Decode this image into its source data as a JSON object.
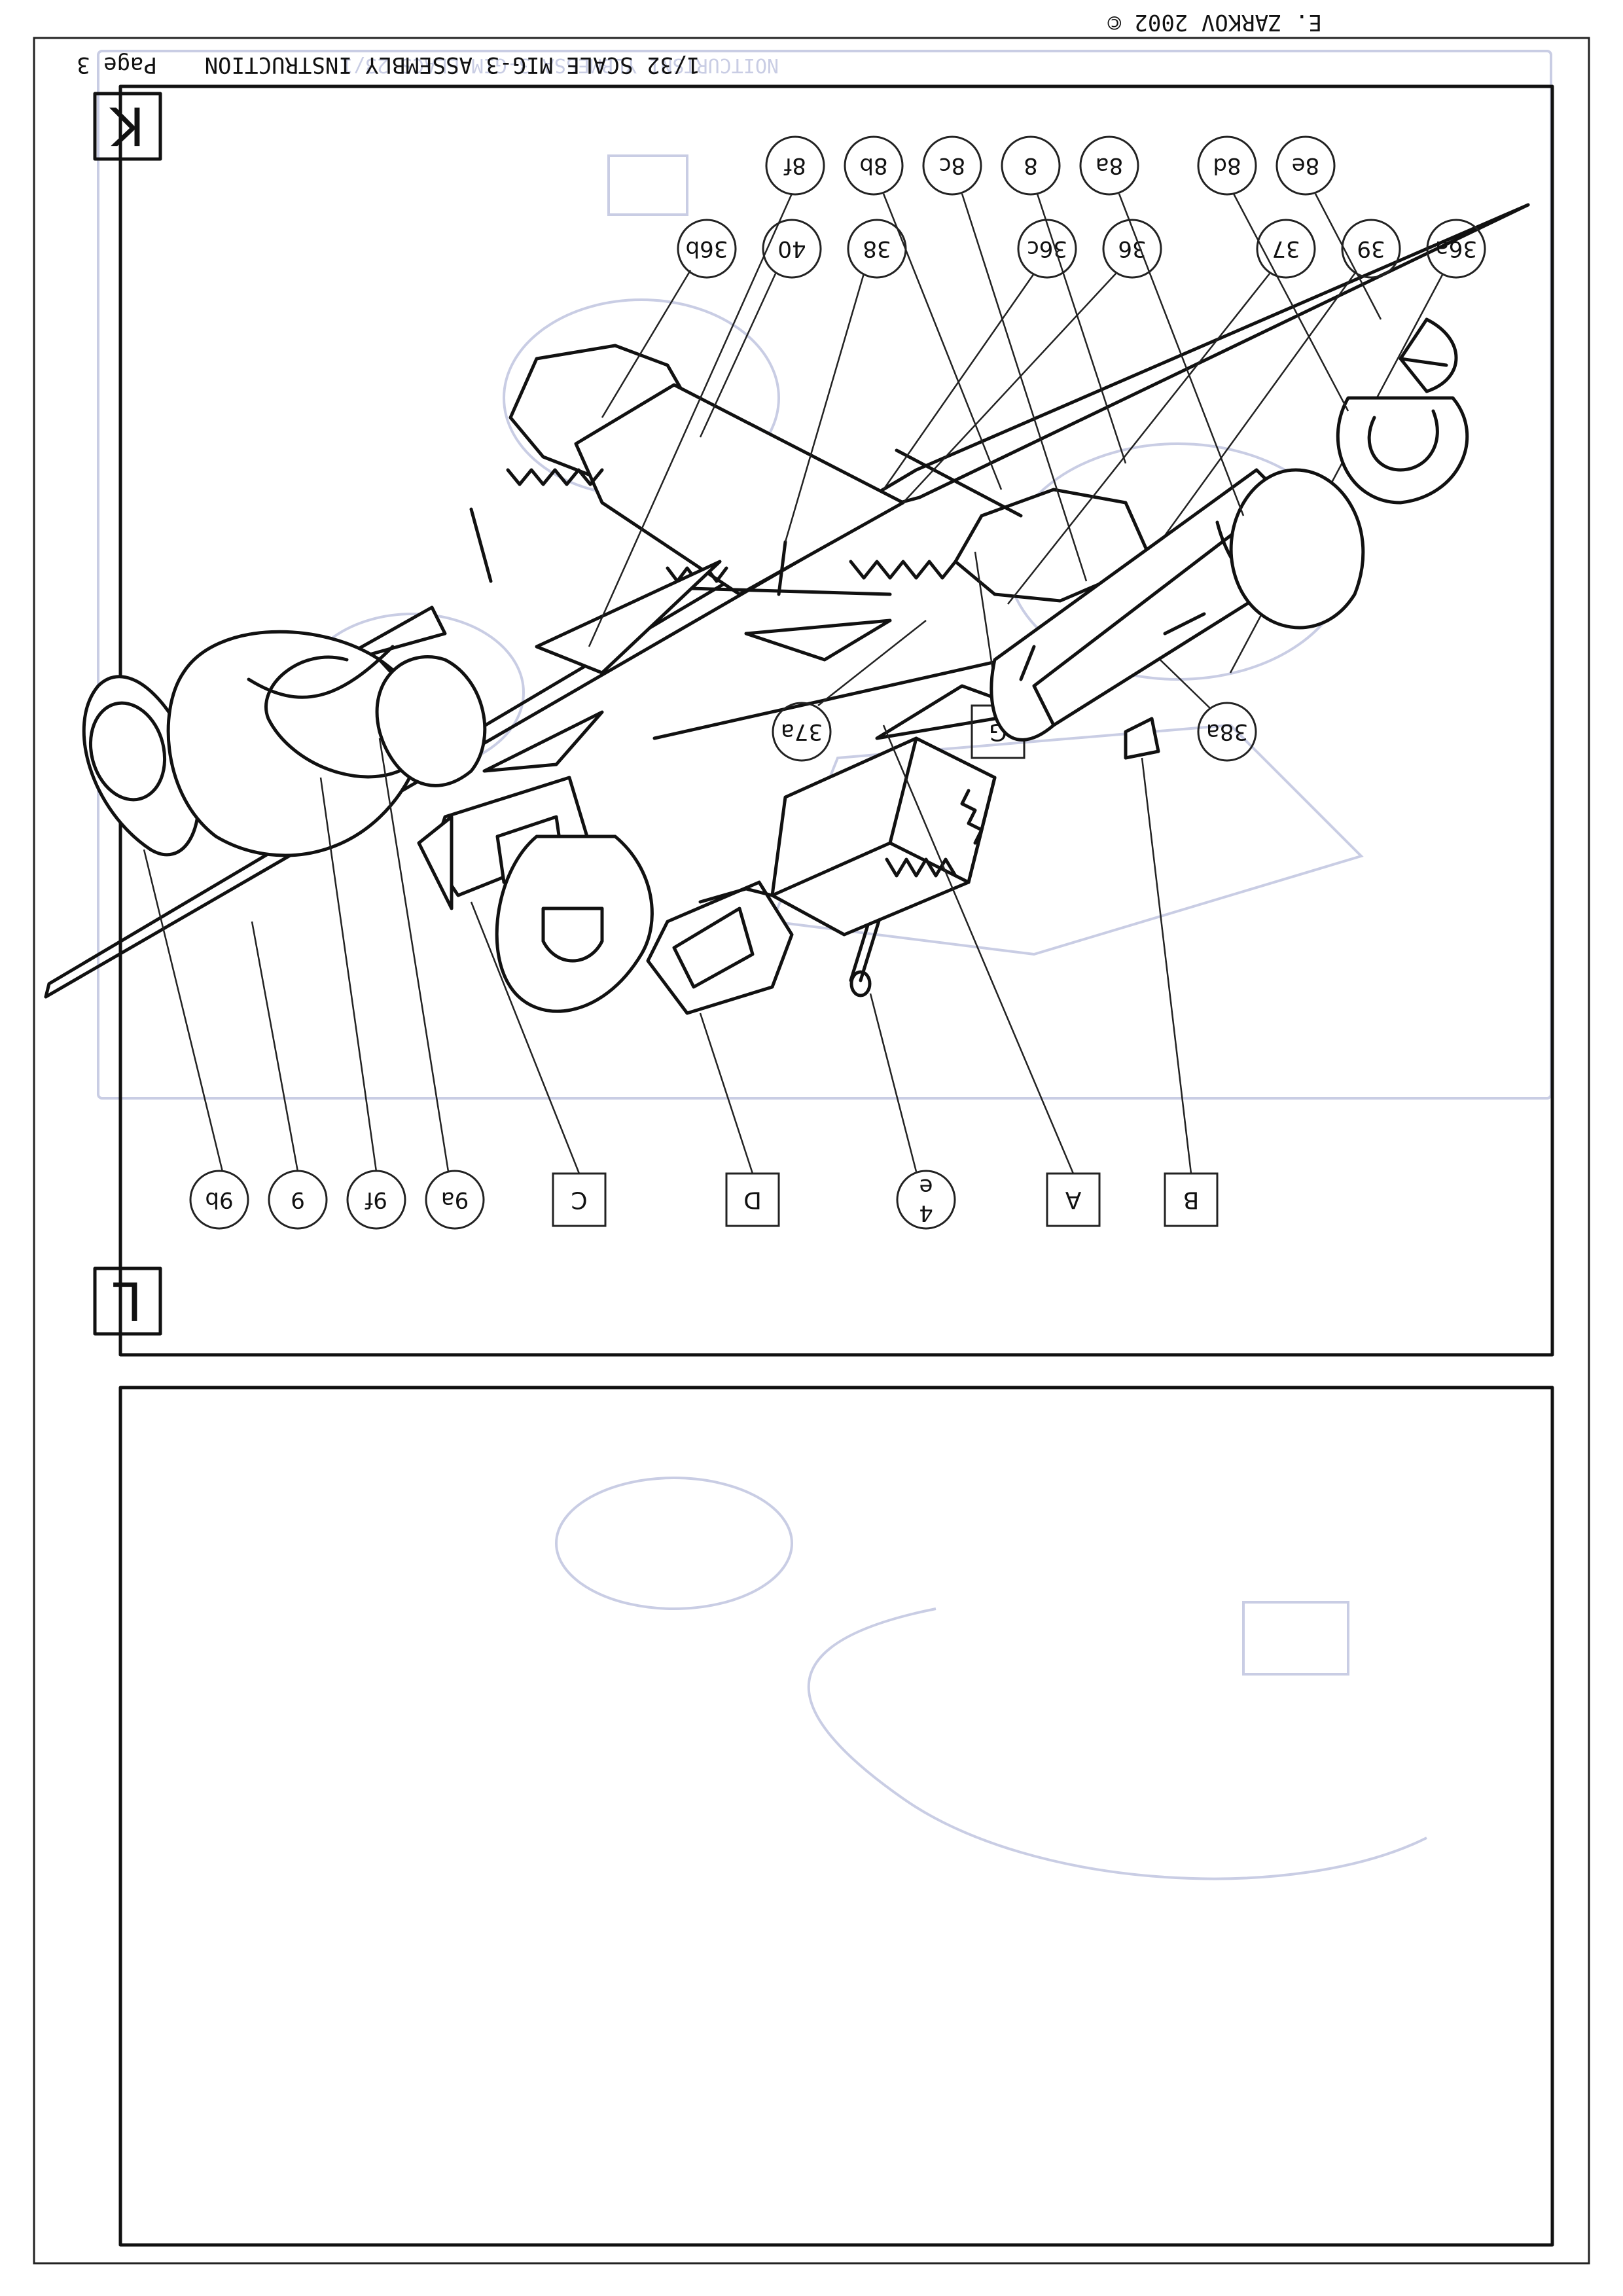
{
  "header": {
    "title": "1/32 SCALE MIG-3 ASSEMBLY INSTRUCTION",
    "page": "Page 3",
    "bleed_through": "NOITCURTSNI YLBMESSA 3-GIM ELACS 23/1"
  },
  "footer": {
    "copyright": "E. ZARKOV 2002 ©"
  },
  "panel_L": {
    "label": "L",
    "callouts_top": [
      "9b",
      "9",
      "9f",
      "9a"
    ],
    "boxes_top": [
      "C",
      "D"
    ],
    "callouts_mid": [
      "4",
      "e"
    ],
    "boxes_right": [
      "A",
      "B"
    ],
    "callouts_bottom": [
      "8e",
      "8d",
      "8a",
      "8",
      "8c",
      "8b",
      "8f"
    ]
  },
  "panel_K": {
    "label": "K",
    "callouts_top": [
      "36a",
      "39",
      "37",
      "36",
      "36c",
      "38",
      "40",
      "36b"
    ],
    "box": "G",
    "callouts_bottom": [
      "37a",
      "38a"
    ]
  },
  "colors": {
    "ink": "#111111",
    "paper": "#ffffff",
    "bleed": "#c9cde4"
  }
}
